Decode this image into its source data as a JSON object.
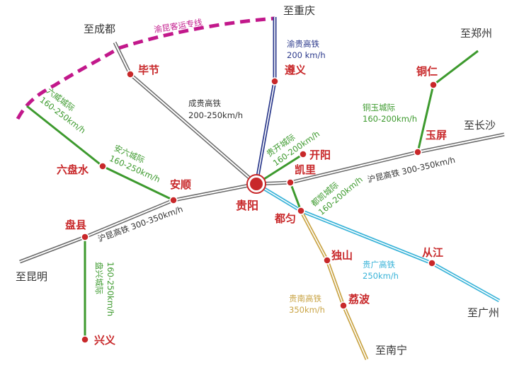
{
  "colors": {
    "hsr": "#6a6a6a",
    "chengdu_line": "#6a6a6a",
    "yugui": "#2c3a8c",
    "intercity": "#3d9a2e",
    "guangzhou": "#39b3d8",
    "nanning": "#c9a445",
    "dedicated": "#c2188b",
    "city": "#c8282a",
    "text": "#333333"
  },
  "destinations": {
    "chengdu": "至成都",
    "chongqing": "至重庆",
    "zhengzhou": "至郑州",
    "changsha": "至长沙",
    "kunming": "至昆明",
    "guangzhou": "至广州",
    "nanning": "至南宁"
  },
  "cities": {
    "guiyang": "贵阳",
    "bijie": "毕节",
    "zunyi": "遵义",
    "tongren": "铜仁",
    "yuping": "玉屏",
    "kaiyang": "开阳",
    "kaili": "凯里",
    "duyun": "都匀",
    "liupanshui": "六盘水",
    "anshun": "安顺",
    "panxian": "盘县",
    "xingyi": "兴义",
    "dushan": "独山",
    "libo": "荔波",
    "congjiang": "从江"
  },
  "lines": {
    "dedicated": {
      "name": "渝昆客运专线"
    },
    "chenggui": {
      "name": "成贵高铁",
      "speed": "200-250km/h"
    },
    "yugui": {
      "name": "渝贵高铁",
      "speed": "200 km/h"
    },
    "huikun_east": {
      "name": "沪昆高铁 300-350km/h"
    },
    "huikun_west": {
      "name": "沪昆高铁 300-350km/h"
    },
    "tongyu": {
      "name": "铜玉城际",
      "speed": "160-200km/h"
    },
    "guikai": {
      "name": "贵开城际",
      "speed": "160-200km/h"
    },
    "duli": {
      "name": "都凯城际",
      "speed": "160-200km/h"
    },
    "liuwei": {
      "name": "六威城际",
      "speed": "160-250km/h"
    },
    "anliu": {
      "name": "安六城际",
      "speed": "160-250km/h"
    },
    "panxing": {
      "name": "盘兴城际",
      "speed": "160-250km/h"
    },
    "guiguang": {
      "name": "贵广高铁",
      "speed": "250km/h"
    },
    "guinan": {
      "name": "贵南高铁",
      "speed": "350km/h"
    }
  }
}
